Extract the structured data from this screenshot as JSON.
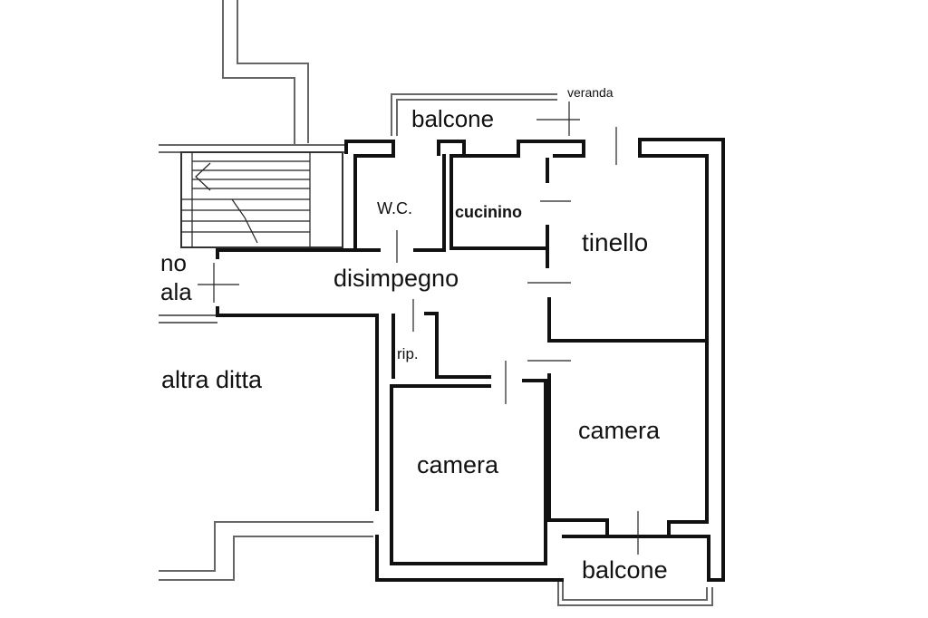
{
  "plan": {
    "rooms": {
      "veranda": "veranda",
      "balcone_top": "balcone",
      "wc": "W.C.",
      "cucinino": "cucinino",
      "tinello": "tinello",
      "disimpegno": "disimpegno",
      "rip": "rip.",
      "camera_left": "camera",
      "camera_right": "camera",
      "balcone_bottom": "balcone",
      "altra_ditta": "altra ditta",
      "stair_label_line1": "no",
      "stair_label_line2": "ala"
    },
    "colors": {
      "wall": "#111111",
      "thin_wall": "#666666",
      "background": "#ffffff"
    }
  }
}
